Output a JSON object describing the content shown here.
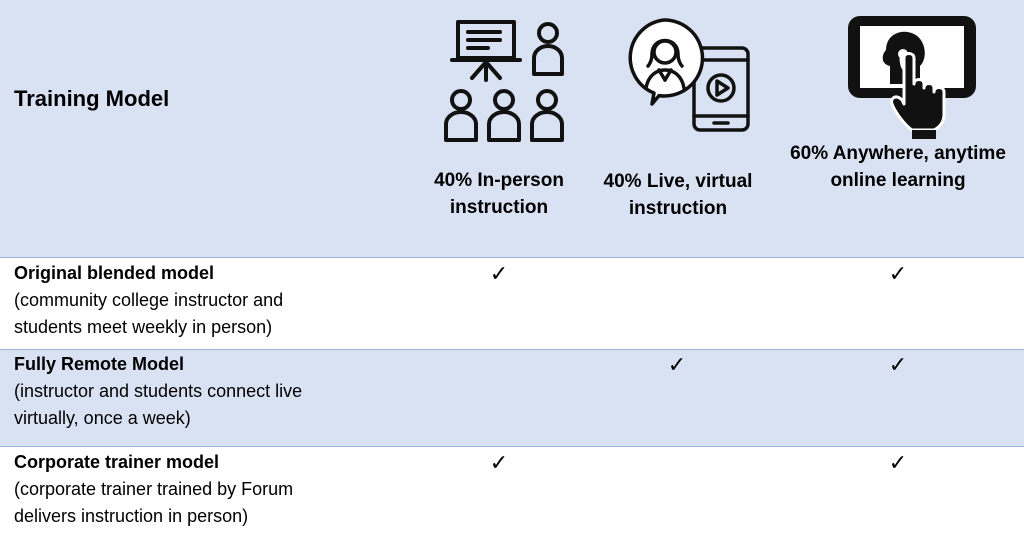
{
  "header": {
    "corner_title": "Training Model",
    "columns": [
      {
        "label_line1": "40% In-person",
        "label_line2": "instruction",
        "icon": "classroom-presentation-icon"
      },
      {
        "label_line1": "40% Live, virtual",
        "label_line2": "instruction",
        "icon": "phone-video-call-icon"
      },
      {
        "label_line1": "60% Anywhere, anytime",
        "label_line2": "online learning",
        "icon": "tablet-touch-icon"
      }
    ]
  },
  "rows": [
    {
      "title": "Original blended model",
      "desc_line1": "(community college instructor and",
      "desc_line2": "students meet weekly in person)",
      "checks": [
        true,
        false,
        true
      ]
    },
    {
      "title": "Fully Remote Model",
      "desc_line1": "(instructor and students connect live",
      "desc_line2": "virtually, once a week)",
      "checks": [
        false,
        true,
        true
      ]
    },
    {
      "title": "Corporate trainer model",
      "desc_line1": "(corporate trainer trained by Forum",
      "desc_line2": "delivers instruction in person)",
      "checks": [
        true,
        false,
        true
      ]
    }
  ],
  "check_mark": "✓",
  "colors": {
    "header_bg": "#d9e2f3",
    "band_bg": "#d9e2f3",
    "divider": "#9db3d9"
  }
}
